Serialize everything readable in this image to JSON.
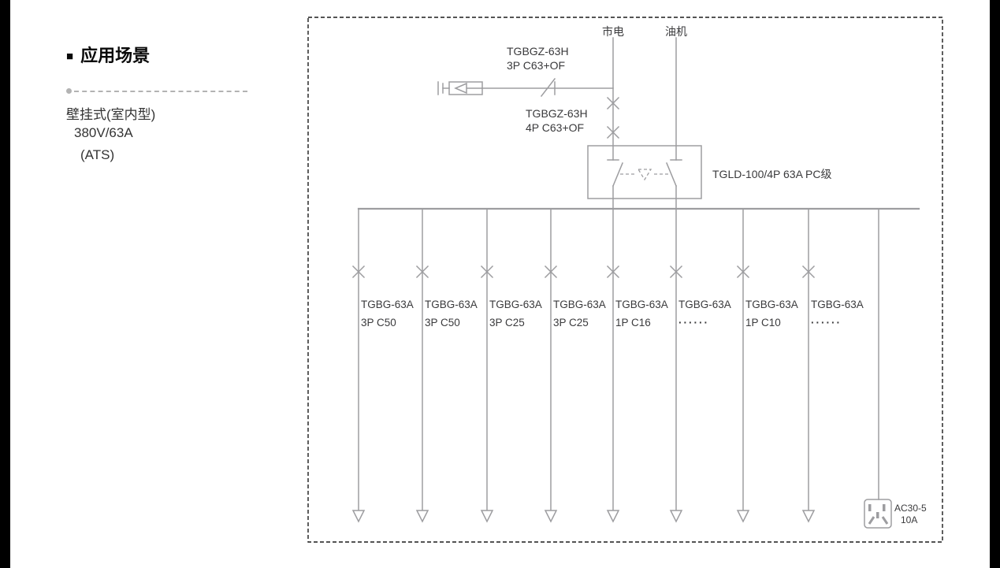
{
  "left": {
    "bullet": "■",
    "title": "应用场景",
    "subtitle_lines": [
      "壁挂式(室内型)",
      "380V/63A",
      "(ATS)"
    ]
  },
  "diagram": {
    "mains_label": "市电",
    "gen_label": "油机",
    "breaker_top": {
      "model": "TGBGZ-63H",
      "spec": "3P C63+OF"
    },
    "breaker_main": {
      "model": "TGBGZ-63H",
      "spec": "4P C63+OF"
    },
    "ats_label": "TGLD-100/4P 63A PC级",
    "branches": [
      {
        "model": "TGBG-63A",
        "spec": "3P C50"
      },
      {
        "model": "TGBG-63A",
        "spec": "3P C50"
      },
      {
        "model": "TGBG-63A",
        "spec": "3P C25"
      },
      {
        "model": "TGBG-63A",
        "spec": "3P C25"
      },
      {
        "model": "TGBG-63A",
        "spec": "1P C16"
      },
      {
        "model": "TGBG-63A",
        "spec": "······"
      },
      {
        "model": "TGBG-63A",
        "spec": "1P C10"
      },
      {
        "model": "TGBG-63A",
        "spec": "······"
      }
    ],
    "socket": {
      "line1": "AC30-5",
      "line2": "10A"
    }
  },
  "colors": {
    "diagram_line": "#9d9da0",
    "text": "#3a3a3c",
    "border": "#1b1b1b",
    "separator": "#b3b3b3",
    "side_bars": "#000000"
  }
}
